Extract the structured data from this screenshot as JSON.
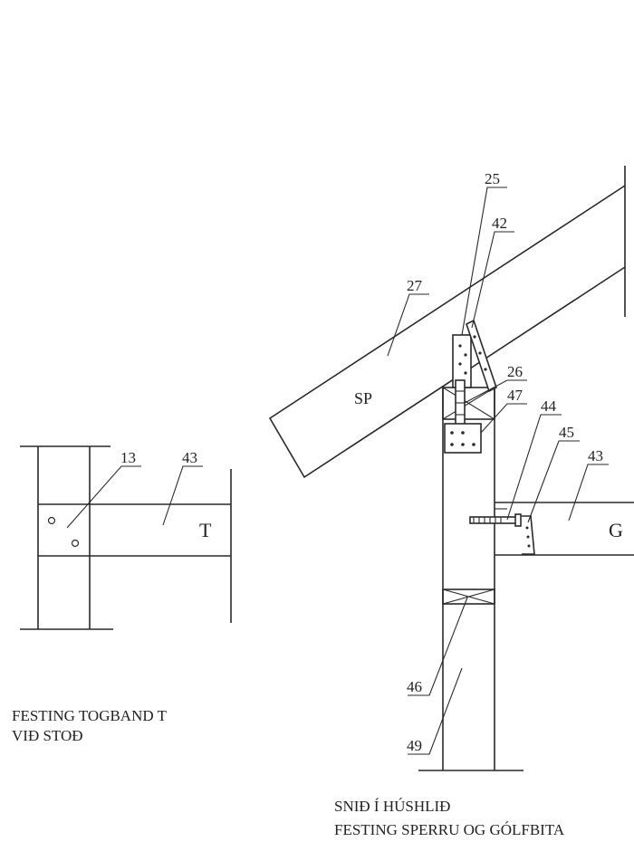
{
  "labels": {
    "n25": "25",
    "n42": "42",
    "n27": "27",
    "n26": "26",
    "n47": "47",
    "n44": "44",
    "n45": "45",
    "n43_right": "43",
    "n13": "13",
    "n43_left": "43",
    "n46": "46",
    "n49": "49",
    "sp": "SP",
    "t": "T",
    "g": "G"
  },
  "captions": {
    "left_line1": "FESTING TOGBAND  T",
    "left_line2": "VIÐ STOÐ",
    "right_line1": "SNIÐ Í HÚSHLIÐ",
    "right_line2": "FESTING SPERRU OG GÓLFBITA"
  }
}
